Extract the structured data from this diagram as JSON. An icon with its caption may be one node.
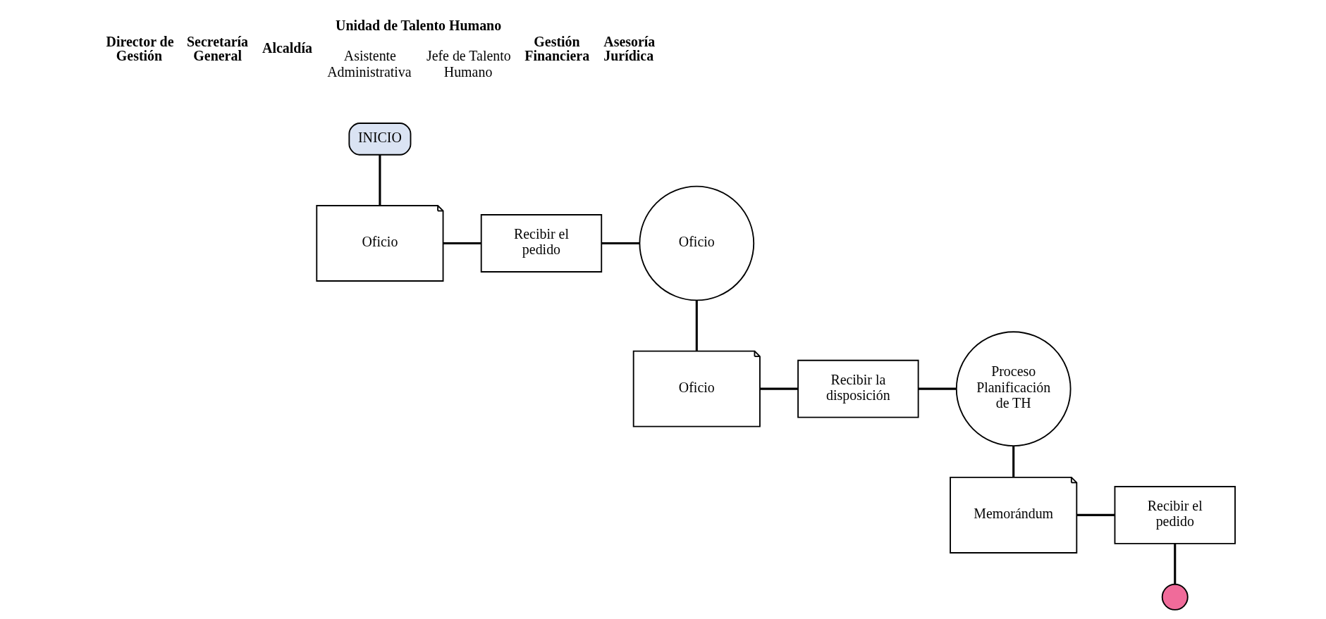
{
  "diagram": {
    "nodes": [
      {
        "text": [
          "INICIO"
        ]
      },
      {
        "text": [
          "Oficio"
        ]
      },
      {
        "text": [
          "Recibir el pedido"
        ]
      },
      {
        "text": [
          "Oficio"
        ]
      },
      {
        "text": [
          "Oficio"
        ]
      },
      {
        "text": [
          "Recibir la disposición"
        ]
      },
      {
        "text": [
          "Proceso Planificación de TH"
        ]
      },
      {
        "text": [
          "Memorándum"
        ]
      },
      {
        "text": [
          "Recibir el pedido"
        ]
      },
      {
        "text": [],
        "shape": "circle"
      }
    ],
    "edges": [
      {
        "from": 0,
        "to": 1,
        "arrow": "none"
      },
      {
        "from": 1,
        "to": 2,
        "arrow": "none"
      },
      {
        "from": 2,
        "to": 3,
        "arrow": "none"
      },
      {
        "from": 3,
        "to": 4,
        "arrow": "none"
      },
      {
        "from": 4,
        "to": 5,
        "arrow": "none"
      },
      {
        "from": 5,
        "to": 6,
        "arrow": "none"
      },
      {
        "from": 6,
        "to": 7,
        "arrow": "none"
      },
      {
        "from": 7,
        "to": 8,
        "arrow": "none"
      },
      {
        "from": 8,
        "to": 9,
        "arrow": "none"
      }
    ],
    "labels": [
      "Director de Gestión",
      "Secretaría General",
      "Alcaldía",
      "Unidad de Talento Humano",
      "Asistente Administrativa",
      "Jefe de Talento Humano",
      "Gestión Financiera",
      "Asesoría Jurídica"
    ]
  }
}
